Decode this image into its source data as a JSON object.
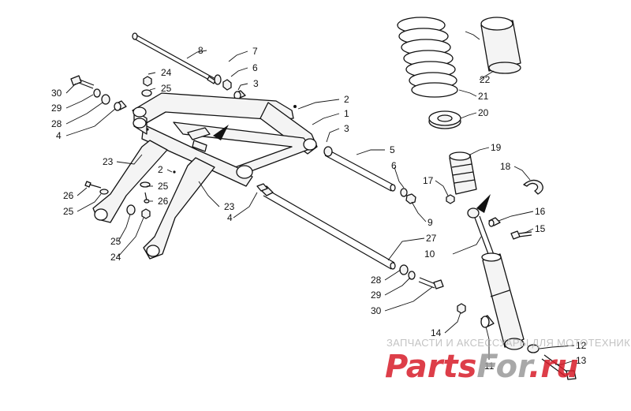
{
  "callouts": {
    "c1": "1",
    "c2": "2",
    "c2b": "2",
    "c3": "3",
    "c3b": "3",
    "c4": "4",
    "c4b": "4",
    "c5": "5",
    "c6": "6",
    "c6b": "6",
    "c7": "7",
    "c8": "8",
    "c9": "9",
    "c10": "10",
    "c11": "11",
    "c12": "12",
    "c13": "13",
    "c14": "14",
    "c15": "15",
    "c16": "16",
    "c17": "17",
    "c18": "18",
    "c19": "19",
    "c20": "20",
    "c21": "21",
    "c22": "22",
    "c23": "23",
    "c23b": "23",
    "c24": "24",
    "c24b": "24",
    "c25": "25",
    "c25b": "25",
    "c25c": "25",
    "c25d": "25",
    "c26": "26",
    "c26b": "26",
    "c27": "27",
    "c28": "28",
    "c28b": "28",
    "c29": "29",
    "c29b": "29",
    "c30": "30",
    "c30b": "30"
  },
  "watermark": {
    "caption": "ЗАПЧАСТИ И АКСЕССУАРЫ ДЛЯ МОТОТЕХНИКИ",
    "logo": "PartsForRu",
    "colors": {
      "primary": "#d81d2a",
      "secondary": "#9a9a9a"
    }
  }
}
